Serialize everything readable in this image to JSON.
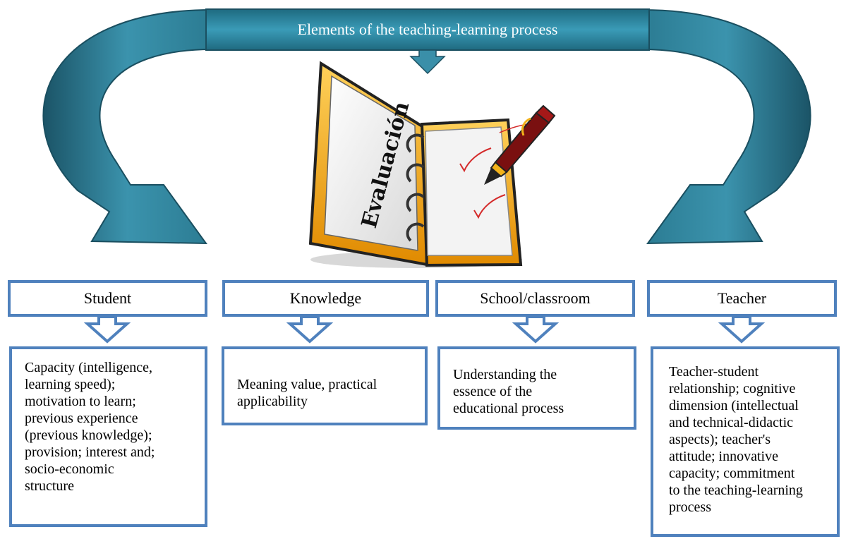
{
  "diagram": {
    "title": "Elements of the teaching-learning process",
    "book_label": "Evaluación",
    "elements": [
      {
        "header": "Student",
        "description": [
          "Capacity (intelligence,",
          "learning speed);",
          "motivation to learn;",
          "previous experience",
          "(previous knowledge);",
          "provision; interest and;",
          "socio-economic",
          "structure"
        ]
      },
      {
        "header": "Knowledge",
        "description": [
          "Meaning value, practical",
          "applicability"
        ]
      },
      {
        "header": "School/classroom",
        "description": [
          "Understanding the",
          "essence of the",
          "educational process"
        ]
      },
      {
        "header": "Teacher",
        "description": [
          "Teacher-student",
          "relationship; cognitive",
          "dimension (intellectual",
          "and technical-didactic",
          "aspects); teacher's",
          "attitude; innovative",
          "capacity; commitment",
          "to the teaching-learning",
          "process"
        ]
      }
    ],
    "colors": {
      "arrow_fill": "#2f7f96",
      "arrow_dark": "#1d5a6d",
      "box_border": "#4f81bd",
      "book_orange": "#f2a71b"
    }
  }
}
